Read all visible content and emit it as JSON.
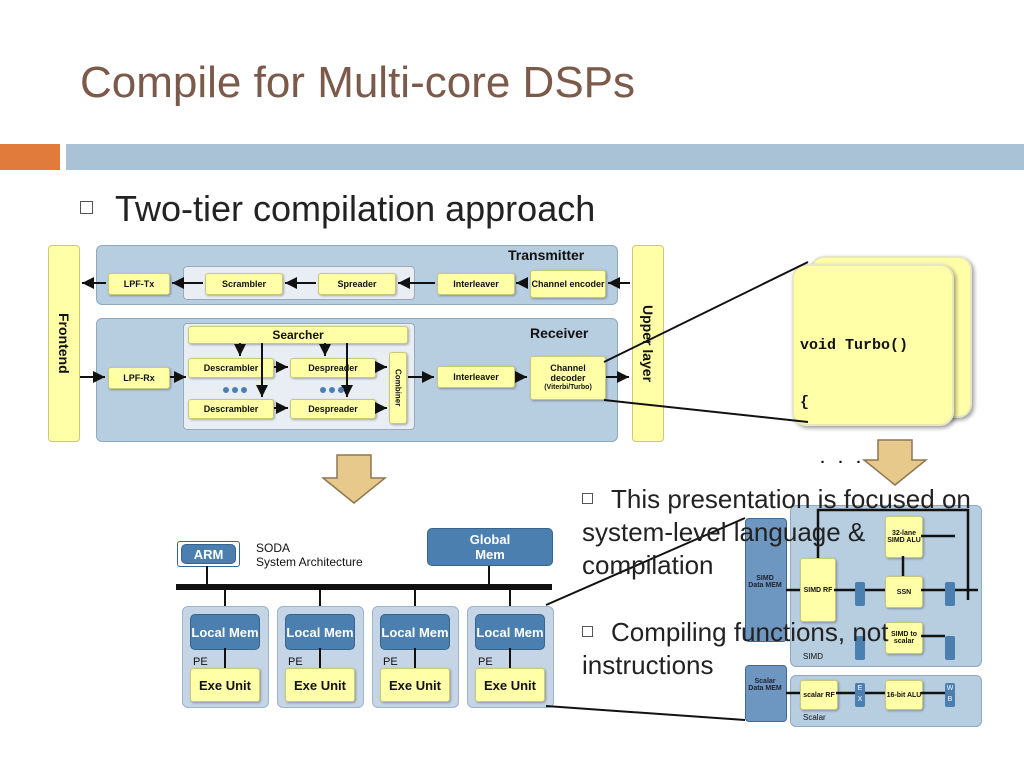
{
  "slide": {
    "title": "Compile for Multi-core DSPs",
    "bullet_main": "Two-tier compilation approach",
    "bullets_right": [
      "This presentation is focused on system-level language & compilation",
      "Compiling functions, not instructions"
    ]
  },
  "top_diagram": {
    "frontend": "Frontend",
    "upper_layer": "Upper layer",
    "transmitter": {
      "label": "Transmitter",
      "lpf": "LPF-Tx",
      "scrambler": "Scrambler",
      "spreader": "Spreader",
      "interleaver": "Interleaver",
      "channel": "Channel encoder"
    },
    "receiver": {
      "label": "Receiver",
      "lpf": "LPF-Rx",
      "searcher": "Searcher",
      "descrambler1": "Descrambler",
      "despreader1": "Despreader",
      "descrambler2": "Descrambler",
      "despreader2": "Despreader",
      "combiner": "Combiner",
      "interleaver": "Interleaver",
      "channel_1": "Channel",
      "channel_2": "decoder",
      "channel_3": "(Viterbi/Turbo)"
    }
  },
  "code": {
    "line1": "void Turbo()",
    "line2": "{",
    "line3": "  . . .",
    "line4": "}"
  },
  "soda": {
    "arm": "ARM",
    "title_1": "SODA",
    "title_2": "System Architecture",
    "global_mem": "Global Mem",
    "pes": [
      {
        "local": "Local Mem",
        "pe": "PE",
        "exe": "Exe Unit"
      },
      {
        "local": "Local Mem",
        "pe": "PE",
        "exe": "Exe Unit"
      },
      {
        "local": "Local Mem",
        "pe": "PE",
        "exe": "Exe Unit"
      },
      {
        "local": "Local Mem",
        "pe": "PE",
        "exe": "Exe Unit"
      }
    ]
  },
  "pe_detail": {
    "simd_mem": "SIMD Data MEM",
    "scalar_mem": "Scalar Data MEM",
    "simd_rf": "SIMD RF",
    "simd_alu": "32-lane SIMD ALU",
    "ssn": "SSN",
    "simd_to_scalar": "SIMD to scalar",
    "scalar_rf": "scalar RF",
    "alu16": "16-bit ALU",
    "simd_label": "SIMD",
    "scalar_label": "Scalar",
    "ex": "E X",
    "wb": "W B"
  }
}
